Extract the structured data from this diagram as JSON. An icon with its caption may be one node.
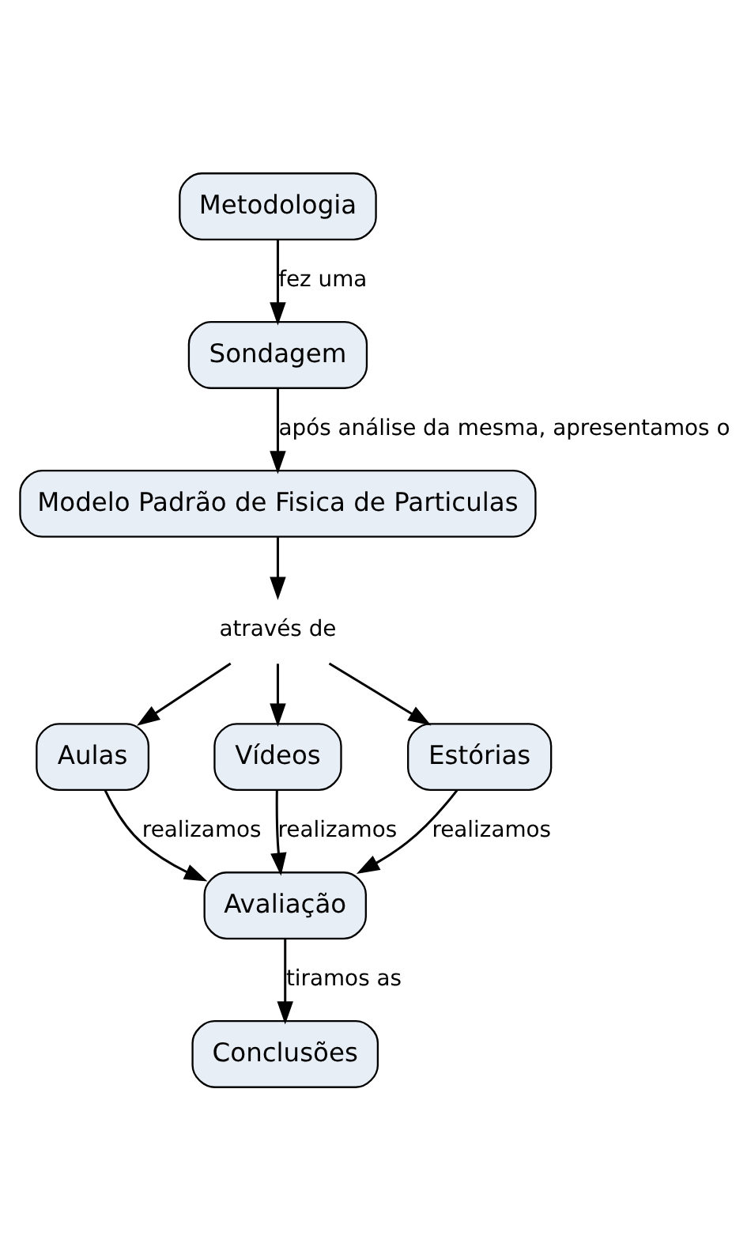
{
  "diagram": {
    "nodes": [
      {
        "text": [
          "Metodologia"
        ]
      },
      {
        "text": [
          "Sondagem"
        ]
      },
      {
        "text": [
          "Modelo Padrão de Fisica de Particulas"
        ]
      },
      {
        "text": [
          "através de"
        ]
      },
      {
        "text": [
          "Aulas"
        ]
      },
      {
        "text": [
          "Vídeos"
        ]
      },
      {
        "text": [
          "Estórias"
        ]
      },
      {
        "text": [
          "Avaliação"
        ]
      },
      {
        "text": [
          "Conclusões"
        ]
      }
    ],
    "edges": [
      {
        "from": 0,
        "to": 1,
        "arrow": "to",
        "label": "fez uma"
      },
      {
        "from": 1,
        "to": 2,
        "arrow": "to",
        "label": "após análise da mesma, apresentamos o"
      },
      {
        "from": 2,
        "to": 3,
        "arrow": "to"
      },
      {
        "from": 3,
        "to": 4,
        "arrow": "to"
      },
      {
        "from": 3,
        "to": 5,
        "arrow": "to"
      },
      {
        "from": 3,
        "to": 6,
        "arrow": "to"
      },
      {
        "from": 4,
        "to": 7,
        "arrow": "to",
        "label": "realizamos"
      },
      {
        "from": 5,
        "to": 7,
        "arrow": "to",
        "label": "realizamos"
      },
      {
        "from": 6,
        "to": 7,
        "arrow": "to",
        "label": "realizamos"
      },
      {
        "from": 7,
        "to": 8,
        "arrow": "to",
        "label": "tiramos as"
      }
    ]
  }
}
